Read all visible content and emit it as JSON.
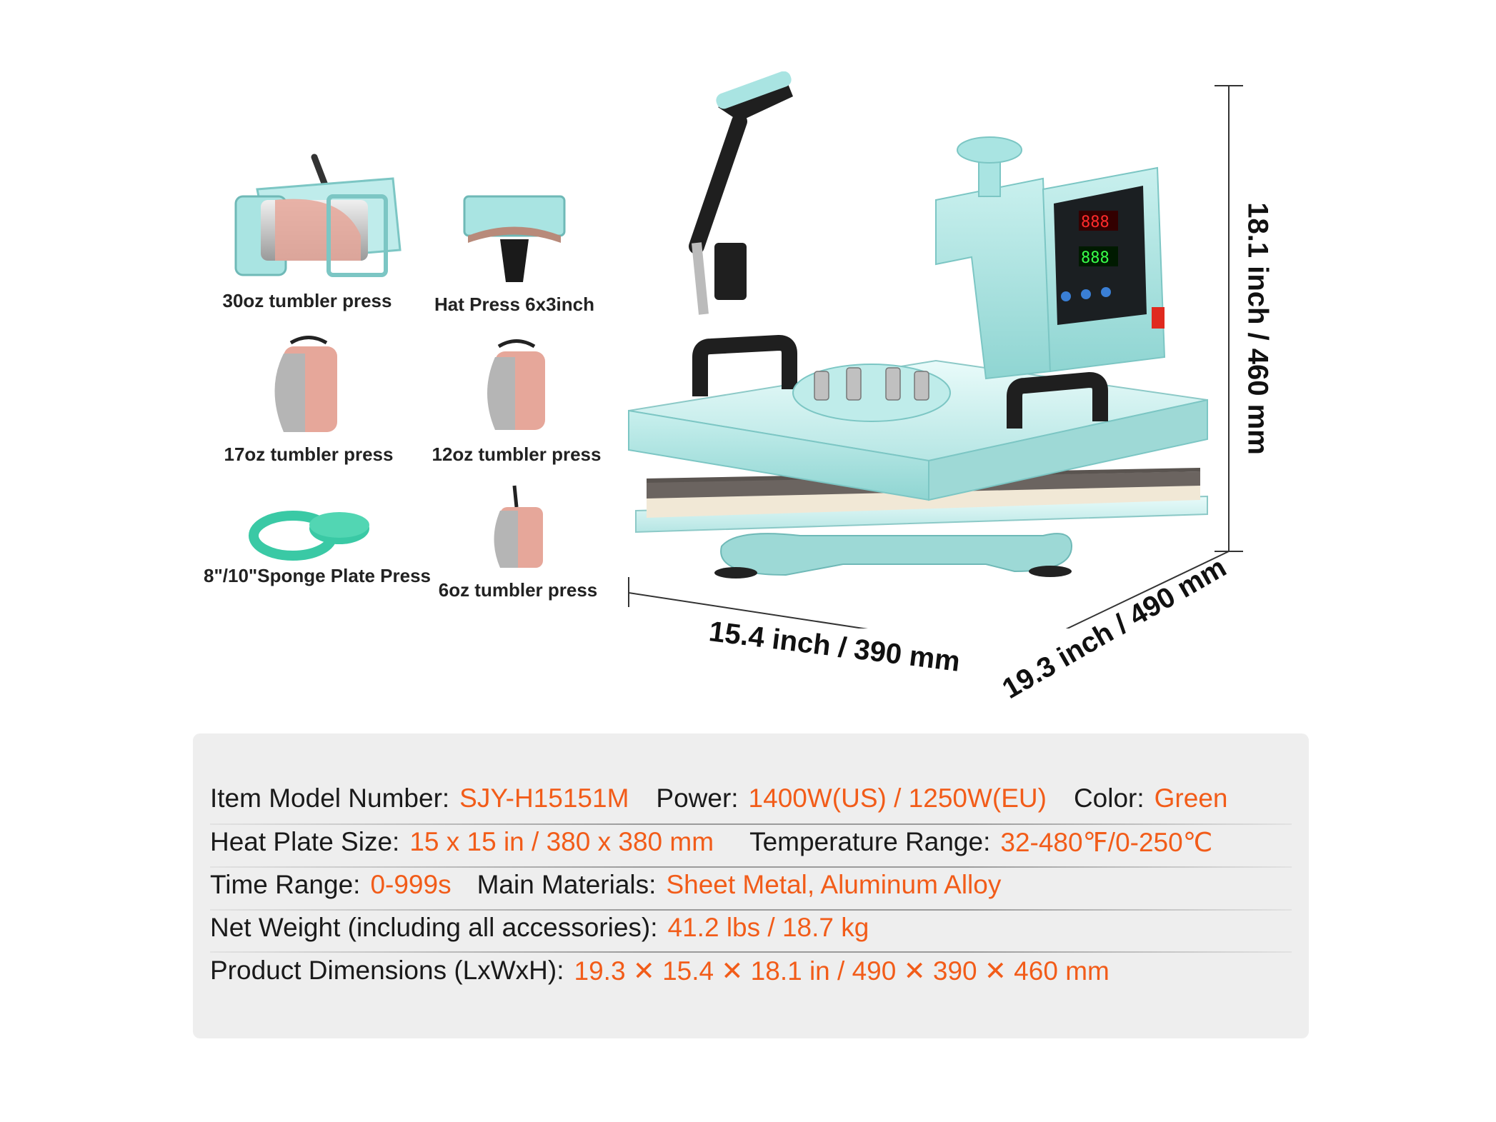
{
  "accessories": [
    {
      "name": "30oz tumbler press"
    },
    {
      "name": "Hat Press 6x3inch"
    },
    {
      "name": "17oz tumbler press"
    },
    {
      "name": "12oz tumbler press"
    },
    {
      "name": "8\"/10\"Sponge Plate Press"
    },
    {
      "name": "6oz tumbler press"
    }
  ],
  "dimensions": {
    "height": "18.1 inch / 460 mm",
    "length": "15.4 inch / 390 mm",
    "width": "19.3 inch / 490 mm"
  },
  "machine_display": {
    "top": "888",
    "bottom": "888"
  },
  "specs": {
    "model_key": "Item Model Number:",
    "model_value": "SJY-H15151M",
    "power_key": "Power:",
    "power_value": "1400W(US) / 1250W(EU)",
    "color_key": "Color:",
    "color_value": "Green",
    "plate_key": "Heat Plate Size:",
    "plate_value": "15 x 15 in / 380 x 380 mm",
    "temp_key": "Temperature Range:",
    "temp_value": "32-480℉/0-250℃",
    "time_key": "Time Range:",
    "time_value": "0-999s",
    "materials_key": "Main Materials:",
    "materials_value": "Sheet Metal, Aluminum Alloy",
    "weight_key": "Net Weight (including all accessories):",
    "weight_value": "41.2 lbs / 18.7 kg",
    "dims_key": "Product Dimensions (LxWxH):",
    "dims_value": "19.3 ✕ 15.4 ✕ 18.1 in / 490 ✕ 390 ✕ 460 mm"
  },
  "colors": {
    "mint": "#a9e4e2",
    "accent": "#f25c19",
    "panel": "#eeeeee"
  }
}
